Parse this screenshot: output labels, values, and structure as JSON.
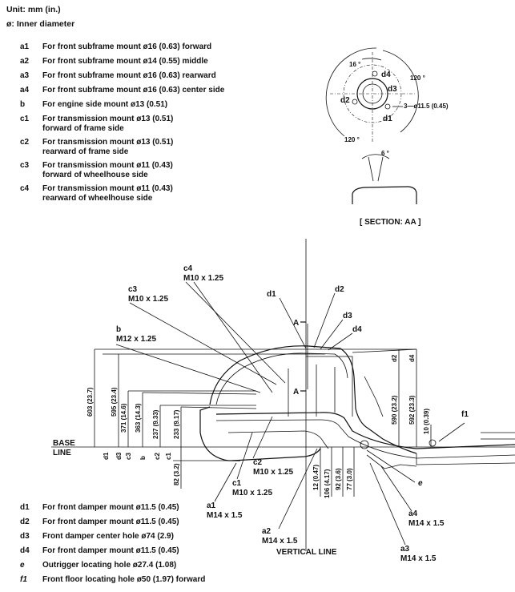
{
  "header": {
    "unit": "Unit: mm (in.)",
    "diameter": "ø: Inner diameter"
  },
  "legend_top": [
    {
      "code": "a1",
      "desc": "For front subframe mount ø16 (0.63) forward"
    },
    {
      "code": "a2",
      "desc": "For front subframe mount ø14 (0.55) middle"
    },
    {
      "code": "a3",
      "desc": "For front subframe mount ø16 (0.63) rearward"
    },
    {
      "code": "a4",
      "desc": "For front subframe mount ø16 (0.63) center side"
    },
    {
      "code": "b",
      "desc": "For engine side mount ø13 (0.51)"
    },
    {
      "code": "c1",
      "desc": "For transmission mount ø13 (0.51)\nforward of frame side"
    },
    {
      "code": "c2",
      "desc": "For transmission mount ø13 (0.51)\nrearward of frame side"
    },
    {
      "code": "c3",
      "desc": "For transmission mount ø11 (0.43)\nforward of wheelhouse side"
    },
    {
      "code": "c4",
      "desc": "For transmission mount ø11 (0.43)\nrearward of wheelhouse side"
    }
  ],
  "legend_bottom": [
    {
      "code": "d1",
      "desc": "For front damper mount ø11.5 (0.45)"
    },
    {
      "code": "d2",
      "desc": "For front damper mount ø11.5 (0.45)"
    },
    {
      "code": "d3",
      "desc": "Front damper center hole ø74 (2.9)"
    },
    {
      "code": "d4",
      "desc": "For front damper mount ø11.5 (0.45)"
    },
    {
      "code": "e",
      "desc": "Outrigger locating hole ø27.4 (1.08)"
    },
    {
      "code": "f1",
      "desc": "Front floor locating hole ø50 (1.97) forward"
    }
  ],
  "section": {
    "title": "[ SECTION: AA ]",
    "angle_16": "16 °",
    "angle_120a": "120 °",
    "angle_120b": "120 °",
    "angle_6": "6 °",
    "hole_callout": "3—ø11.5 (0.45)",
    "d1": "d1",
    "d2": "d2",
    "d3": "d3",
    "d4": "d4"
  },
  "labels": {
    "c4": "c4",
    "c4_thread": "M10 x 1.25",
    "c3": "c3",
    "c3_thread": "M10 x 1.25",
    "b": "b",
    "b_thread": "M12 x 1.25",
    "d1": "d1",
    "d2": "d2",
    "d3": "d3",
    "d4": "d4",
    "section_a_top": "A",
    "section_a_bottom": "A",
    "f1": "f1",
    "e": "e",
    "c2": "c2",
    "c2_thread": "M10 x 1.25",
    "c1": "c1",
    "c1_thread": "M10 x 1.25",
    "a1": "a1",
    "a1_thread": "M14 x 1.5",
    "a2": "a2",
    "a2_thread": "M14 x 1.5",
    "a3": "a3",
    "a3_thread": "M14 x 1.5",
    "a4": "a4",
    "a4_thread": "M14 x 1.5",
    "base_line_1": "BASE",
    "base_line_2": "LINE",
    "vertical_line": "VERTICAL LINE"
  },
  "dimensions": {
    "d1_603": "603 (23.7)",
    "d3_595": "595 (23.4)",
    "c3_371": "371 (14.6)",
    "b_363": "363 (14.3)",
    "c2_237": "237 (9.33)",
    "c1_233": "233 (9.17)",
    "a1_82": "82 (3.2)",
    "d2_590": "590 (23.2)",
    "d4_592": "592 (23.3)",
    "f1_10": "10 (0.39)",
    "a2_12": "12 (0.47)",
    "a3_106": "106 (4.17)",
    "a4_92": "92 (3.6)",
    "e_77": "77 (3.0)"
  },
  "dim_codes": {
    "d1": "d1",
    "d3": "d3",
    "c3": "c3",
    "b": "b",
    "c2": "c2",
    "c1": "c1",
    "d2": "d2",
    "d4": "d4"
  }
}
